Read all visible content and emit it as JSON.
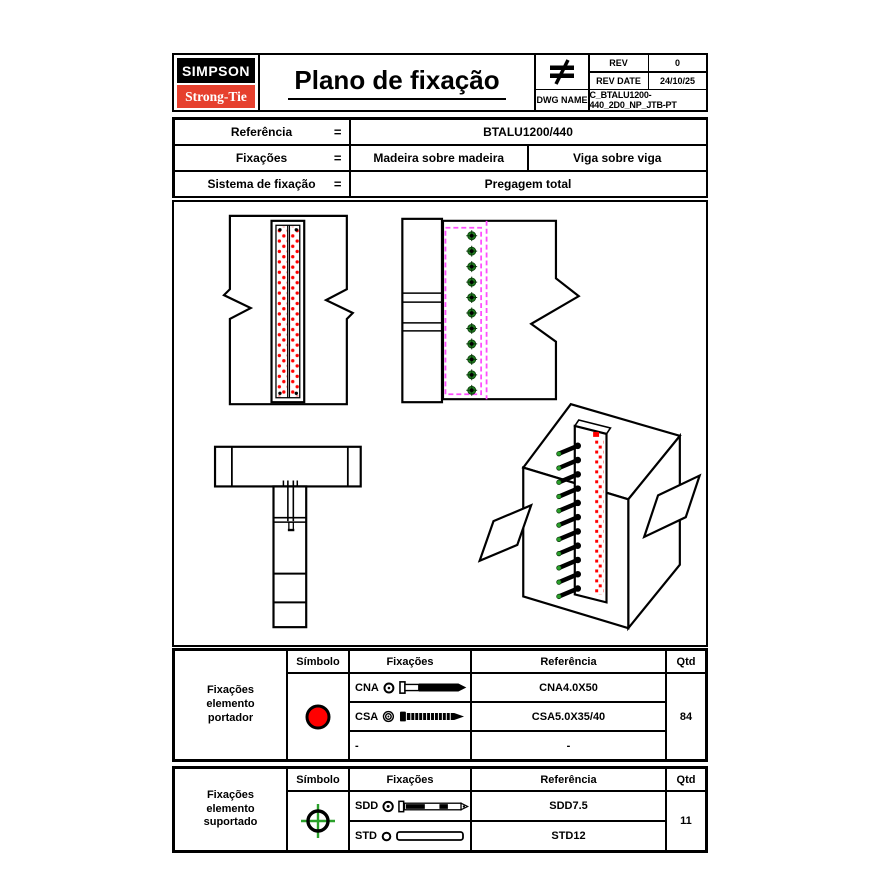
{
  "header": {
    "logo_top": "SIMPSON",
    "logo_bottom": "Strong-Tie",
    "title": "Plano de fixação",
    "rev_label": "REV",
    "rev_value": "0",
    "rev_date_label": "REV DATE",
    "rev_date_value": "24/10/25",
    "dwg_name_label": "DWG NAME",
    "dwg_name_value": "C_BTALU1200-440_2D0_NP_JTB-PT"
  },
  "reference_table": {
    "rows": [
      {
        "label": "Referência",
        "equals": "=",
        "values": [
          "BTALU1200/440"
        ]
      },
      {
        "label": "Fixações",
        "equals": "=",
        "values": [
          "Madeira sobre madeira",
          "Viga sobre viga"
        ]
      },
      {
        "label": "Sistema de fixação",
        "equals": "=",
        "values": [
          "Pregagem total"
        ]
      }
    ]
  },
  "fixing_tables": [
    {
      "group_label": "Fixações elemento portador",
      "columns": [
        "Símbolo",
        "Fixações",
        "Referência",
        "Qtd"
      ],
      "symbol": "red-circle",
      "rows": [
        {
          "code": "CNA",
          "reference": "CNA4.0X50"
        },
        {
          "code": "CSA",
          "reference": "CSA5.0X35/40"
        },
        {
          "code": "-",
          "reference": "-"
        }
      ],
      "qty": "84"
    },
    {
      "group_label": "Fixações elemento suportado",
      "columns": [
        "Símbolo",
        "Fixações",
        "Referência",
        "Qtd"
      ],
      "symbol": "green-crosshair",
      "rows": [
        {
          "code": "SDD",
          "reference": "SDD7.5"
        },
        {
          "code": "STD",
          "reference": "STD12"
        }
      ],
      "qty": "11"
    }
  ],
  "colors": {
    "brand_red": "#E6402E",
    "cell_gray": "#9A9A9A",
    "nail_red": "#FF0000",
    "dowel_green": "#1E7A1E",
    "crosshair_green": "#2AA02A",
    "hidden_outline_magenta": "#FF4DFF"
  }
}
